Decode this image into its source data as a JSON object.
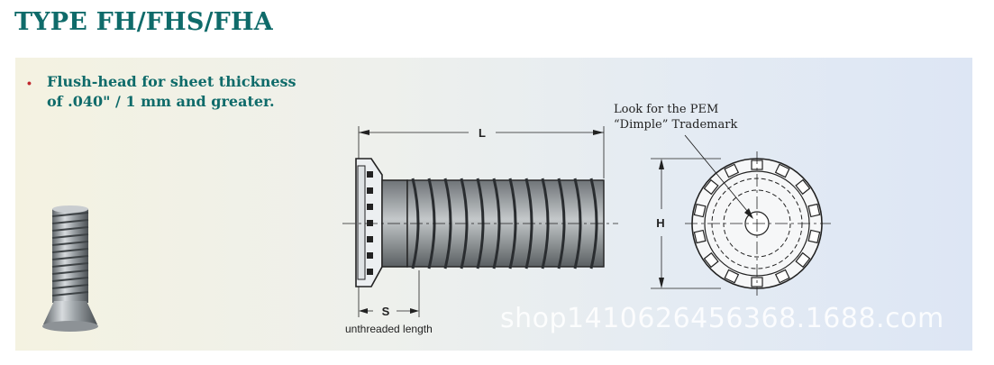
{
  "header": {
    "title": "TYPE FH/FHS/FHA"
  },
  "feature": {
    "bullet_symbol": "•",
    "text": "Flush-head for sheet thickness of .040\" / 1 mm and greater."
  },
  "drawing": {
    "dimension_L": "L",
    "dimension_S": "S",
    "dimension_H": "H",
    "unthreaded_caption": "unthreaded length",
    "callout_line1": "Look for the PEM",
    "callout_line2": "“Dimple” Trademark"
  },
  "watermark": "shop1410626456368.1688.com",
  "colors": {
    "title": "#0f6b6a",
    "bullet": "#c0272d",
    "line": "#222222"
  }
}
